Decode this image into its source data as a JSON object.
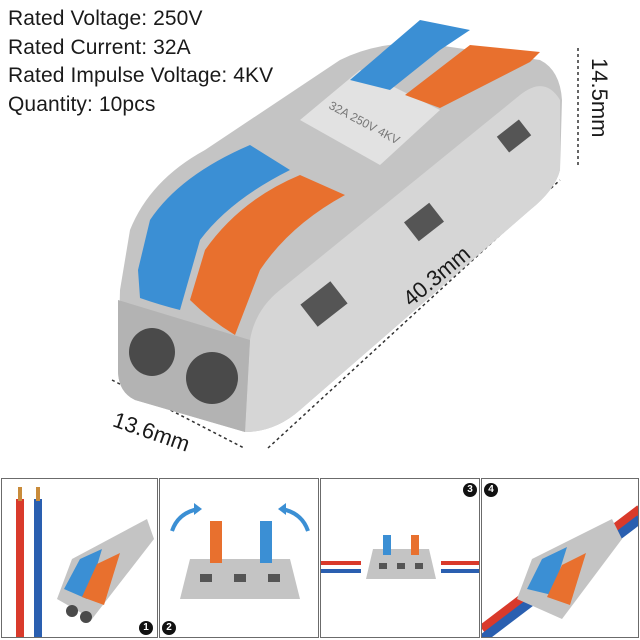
{
  "specs": [
    "Rated Voltage: 250V",
    "Rated Current: 32A",
    "Rated Impulse Voltage: 4KV",
    "Quantity: 10pcs"
  ],
  "product_marking": "32A 250V 4KV",
  "dimensions": {
    "height": "14.5mm",
    "length": "40.3mm",
    "width": "13.6mm"
  },
  "steps": [
    "1",
    "2",
    "3",
    "4"
  ],
  "colors": {
    "lever_blue": "#3b8fd4",
    "lever_orange": "#e8702e",
    "body_grey": "#bfbfbf",
    "wire_red": "#d93a2b",
    "wire_blue": "#2a5fb0"
  }
}
